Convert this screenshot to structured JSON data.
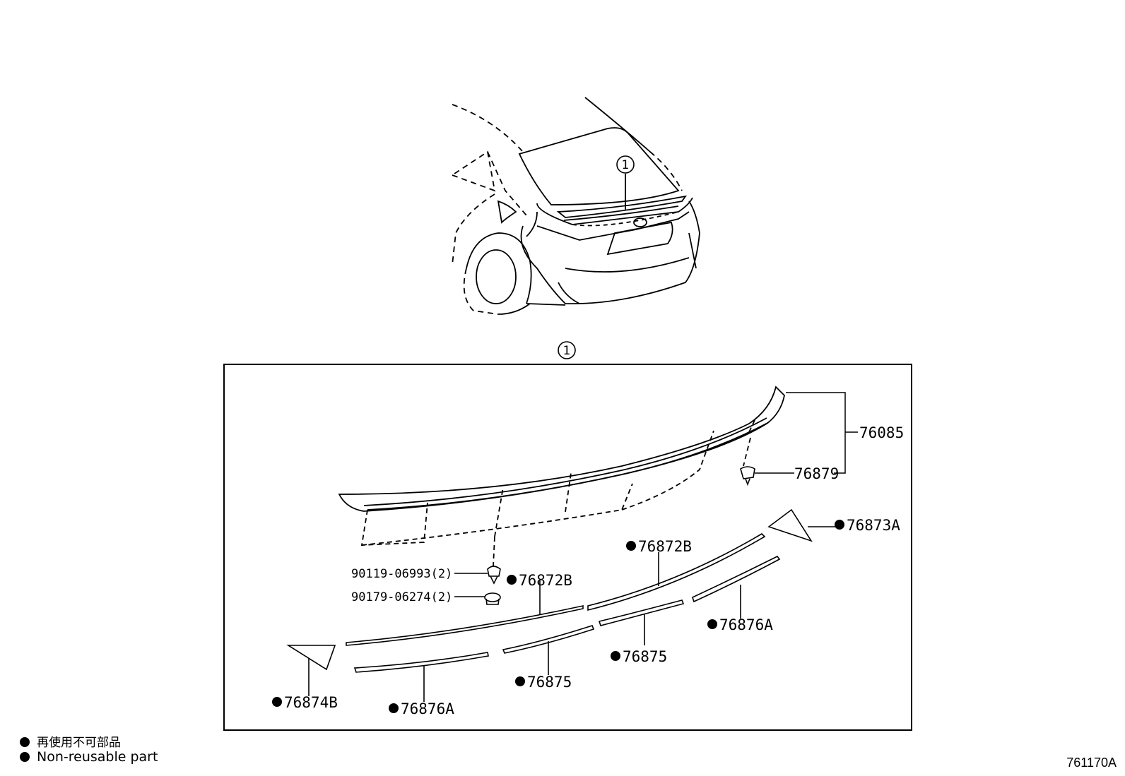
{
  "callout": "1",
  "parts": {
    "p76085": "76085",
    "p76879": "76879",
    "p76873A": "76873A",
    "p76872B_right": "76872B",
    "p76872B_left": "76872B",
    "p90119": "90119-06993(2)",
    "p90179": "90179-06274(2)",
    "p76876A_right": "76876A",
    "p76875_right": "76875",
    "p76875_left": "76875",
    "p76874B": "76874B",
    "p76876A_left": "76876A"
  },
  "legend": {
    "ja": "再使用不可部品",
    "en": "Non-reusable part"
  },
  "doc_code": "761170A"
}
